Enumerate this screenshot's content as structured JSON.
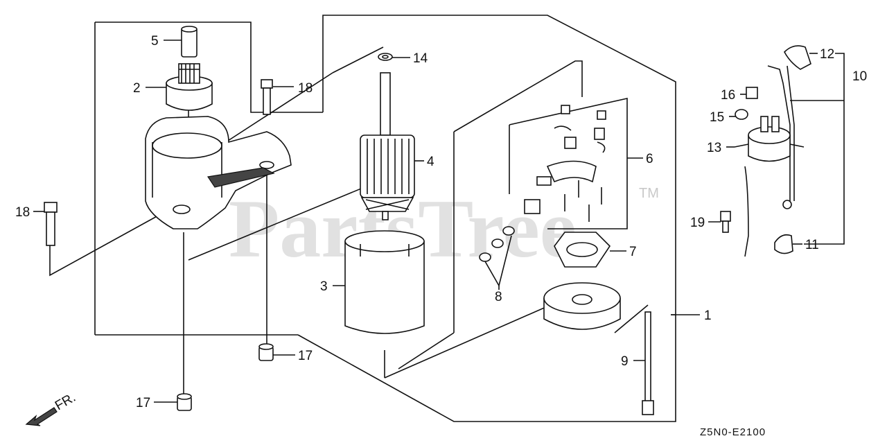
{
  "watermark": {
    "text": "PartsTree",
    "trademark": "TM"
  },
  "diagram_code": "Z5N0-E2100",
  "front_indicator": "FR.",
  "callouts": {
    "c1": "1",
    "c2": "2",
    "c3": "3",
    "c4": "4",
    "c5": "5",
    "c6": "6",
    "c7": "7",
    "c8": "8",
    "c9": "9",
    "c10": "10",
    "c11": "11",
    "c12": "12",
    "c13": "13",
    "c14": "14",
    "c15": "15",
    "c16": "16",
    "c17a": "17",
    "c17b": "17",
    "c18a": "18",
    "c18b": "18",
    "c19": "19"
  }
}
